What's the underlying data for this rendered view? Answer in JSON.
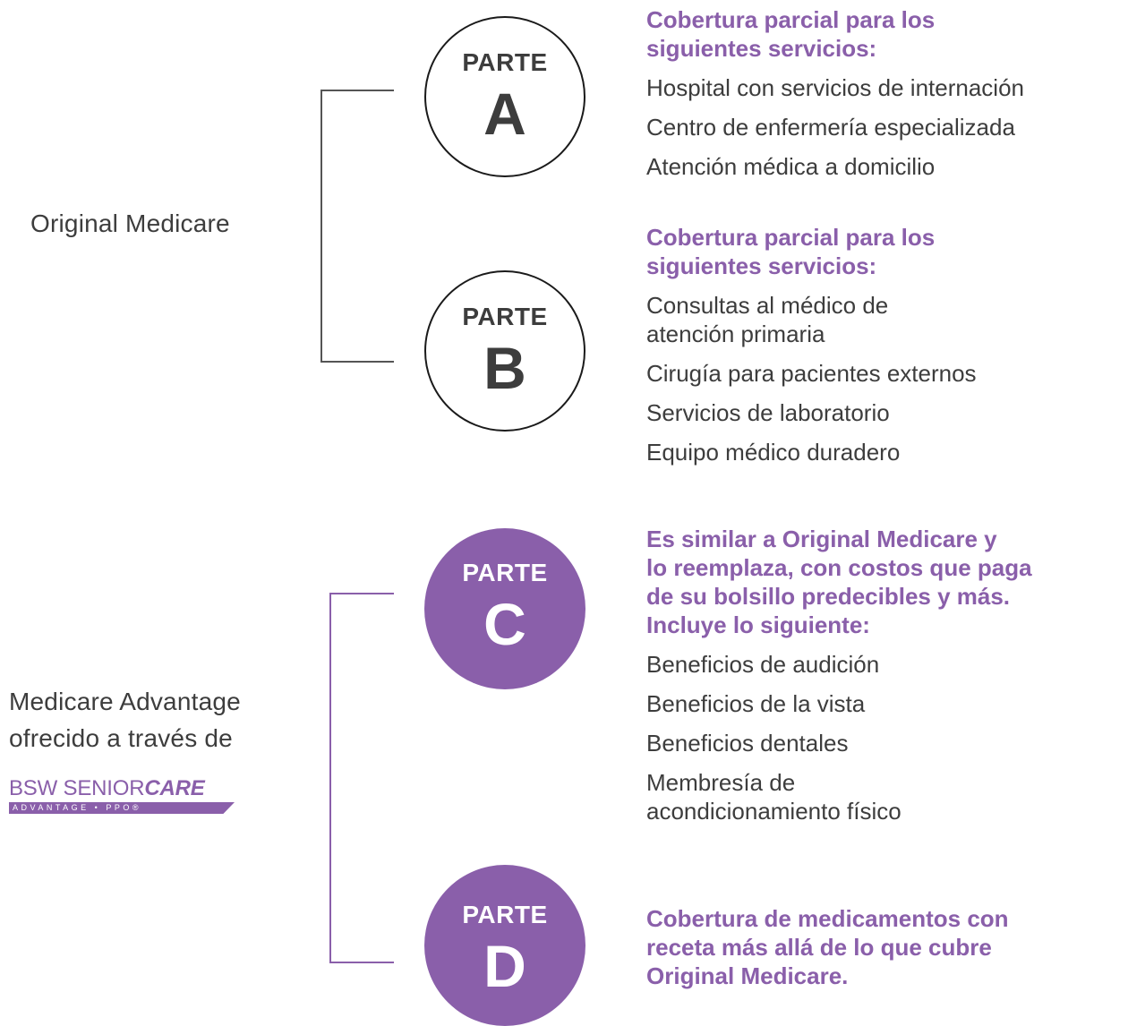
{
  "left": {
    "original_medicare": "Original Medicare",
    "advantage_line1": "Medicare Advantage",
    "advantage_line2": "ofrecido a través de"
  },
  "logo": {
    "brand_regular": "BSW SENIOR",
    "brand_bold": "CARE",
    "tagline": "ADVANTAGE • PPO®"
  },
  "parts": [
    {
      "word": "PARTE",
      "letter": "A",
      "heading": [
        "Cobertura parcial para los",
        "siguientes servicios:"
      ],
      "items": [
        "Hospital con servicios de internación",
        "Centro de enfermería especializada",
        "Atención médica a domicilio"
      ]
    },
    {
      "word": "PARTE",
      "letter": "B",
      "heading": [
        "Cobertura parcial para los",
        "siguientes servicios:"
      ],
      "items": [
        "Consultas al médico de",
        "atención primaria",
        "Cirugía para pacientes externos",
        "Servicios de laboratorio",
        "Equipo médico duradero"
      ]
    },
    {
      "word": "PARTE",
      "letter": "C",
      "heading": [
        "Es similar a Original Medicare y",
        "lo reemplaza, con costos que paga",
        "de su bolsillo predecibles y más.",
        "Incluye lo siguiente:"
      ],
      "items": [
        "Beneficios de audición",
        "Beneficios de la vista",
        "Beneficios dentales",
        "Membresía de",
        "acondicionamiento físico"
      ]
    },
    {
      "word": "PARTE",
      "letter": "D",
      "heading": [
        "Cobertura de medicamentos con",
        "receta más allá de lo que cubre",
        "Original Medicare."
      ],
      "items": []
    }
  ],
  "colors": {
    "accent_purple": "#8a5faa",
    "text_gray": "#3d3d3d",
    "bracket_top": "#555555"
  }
}
